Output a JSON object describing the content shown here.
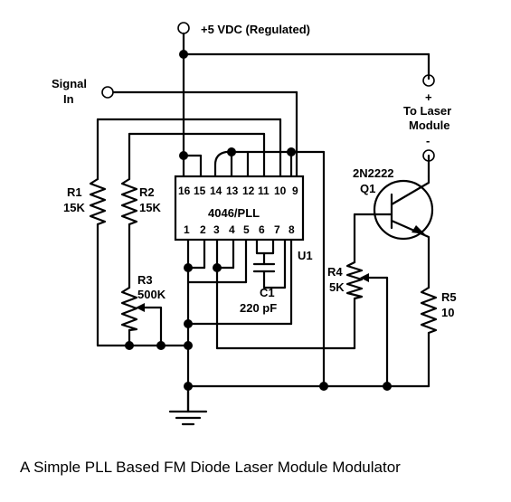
{
  "power": {
    "label": "+5 VDC (Regulated)"
  },
  "signal_in": {
    "line1": "Signal",
    "line2": "In"
  },
  "laser": {
    "plus": "+",
    "line1": "To Laser",
    "line2": "Module",
    "minus": "-"
  },
  "ic": {
    "name": "4046/PLL",
    "ref": "U1",
    "top_pins": [
      "16",
      "15",
      "14",
      "13",
      "12",
      "11",
      "10",
      "9"
    ],
    "bottom_pins": [
      "1",
      "2",
      "3",
      "4",
      "5",
      "6",
      "7",
      "8"
    ]
  },
  "r1": {
    "ref": "R1",
    "value": "15K"
  },
  "r2": {
    "ref": "R2",
    "value": "15K"
  },
  "r3": {
    "ref": "R3",
    "value": "500K"
  },
  "r4": {
    "ref": "R4",
    "value": "5K"
  },
  "r5": {
    "ref": "R5",
    "value": "10"
  },
  "c1": {
    "ref": "C1",
    "value": "220 pF"
  },
  "q1": {
    "part": "2N2222",
    "ref": "Q1"
  },
  "caption": "A Simple PLL Based FM Diode Laser Module Modulator"
}
